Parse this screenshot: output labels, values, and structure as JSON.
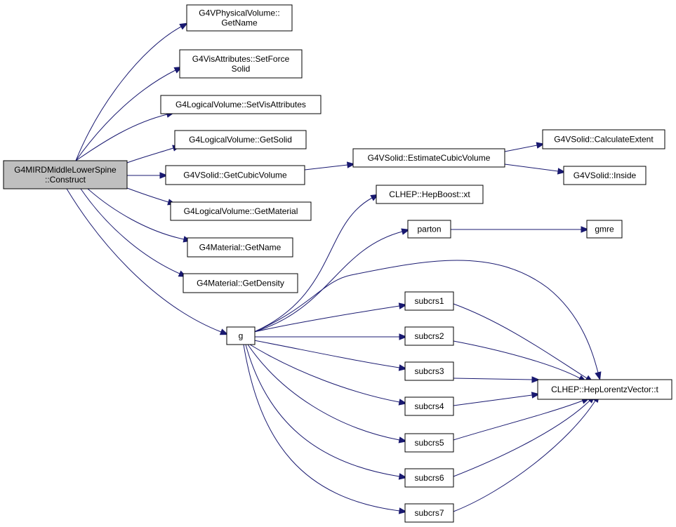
{
  "nodes": {
    "root": [
      "G4MIRDMiddleLowerSpine",
      "::Construct"
    ],
    "getname_pv": [
      "G4VPhysicalVolume::",
      "GetName"
    ],
    "setforcesolid": [
      "G4VisAttributes::SetForce",
      "Solid"
    ],
    "setvisattributes": [
      "G4LogicalVolume::SetVisAttributes"
    ],
    "getsolid": [
      "G4LogicalVolume::GetSolid"
    ],
    "getcubicvolume": [
      "G4VSolid::GetCubicVolume"
    ],
    "getmaterial": [
      "G4LogicalVolume::GetMaterial"
    ],
    "getname_mat": [
      "G4Material::GetName"
    ],
    "getdensity": [
      "G4Material::GetDensity"
    ],
    "g": [
      "g"
    ],
    "estimatecubicvolume": [
      "G4VSolid::EstimateCubicVolume"
    ],
    "calculateextent": [
      "G4VSolid::CalculateExtent"
    ],
    "inside": [
      "G4VSolid::Inside"
    ],
    "hepboost_xt": [
      "CLHEP::HepBoost::xt"
    ],
    "parton": [
      "parton"
    ],
    "gmre": [
      "gmre"
    ],
    "subcrs1": [
      "subcrs1"
    ],
    "subcrs2": [
      "subcrs2"
    ],
    "subcrs3": [
      "subcrs3"
    ],
    "subcrs4": [
      "subcrs4"
    ],
    "subcrs5": [
      "subcrs5"
    ],
    "subcrs6": [
      "subcrs6"
    ],
    "subcrs7": [
      "subcrs7"
    ],
    "heplorentz_t": [
      "CLHEP::HepLorentzVector::t"
    ]
  },
  "edges": [
    [
      "root",
      "getname_pv"
    ],
    [
      "root",
      "setforcesolid"
    ],
    [
      "root",
      "setvisattributes"
    ],
    [
      "root",
      "getsolid"
    ],
    [
      "root",
      "getcubicvolume"
    ],
    [
      "root",
      "getmaterial"
    ],
    [
      "root",
      "getname_mat"
    ],
    [
      "root",
      "getdensity"
    ],
    [
      "root",
      "g"
    ],
    [
      "getcubicvolume",
      "estimatecubicvolume"
    ],
    [
      "estimatecubicvolume",
      "calculateextent"
    ],
    [
      "estimatecubicvolume",
      "inside"
    ],
    [
      "g",
      "hepboost_xt"
    ],
    [
      "g",
      "parton"
    ],
    [
      "parton",
      "gmre"
    ],
    [
      "g",
      "heplorentz_t"
    ],
    [
      "g",
      "subcrs1"
    ],
    [
      "g",
      "subcrs2"
    ],
    [
      "g",
      "subcrs3"
    ],
    [
      "g",
      "subcrs4"
    ],
    [
      "g",
      "subcrs5"
    ],
    [
      "g",
      "subcrs6"
    ],
    [
      "g",
      "subcrs7"
    ],
    [
      "subcrs1",
      "heplorentz_t"
    ],
    [
      "subcrs2",
      "heplorentz_t"
    ],
    [
      "subcrs3",
      "heplorentz_t"
    ],
    [
      "subcrs4",
      "heplorentz_t"
    ],
    [
      "subcrs5",
      "heplorentz_t"
    ],
    [
      "subcrs6",
      "heplorentz_t"
    ],
    [
      "subcrs7",
      "heplorentz_t"
    ]
  ],
  "colors": {
    "edge": "#191970",
    "root_fill": "#bfbfbf",
    "node_fill": "#ffffff",
    "node_border": "#000000"
  }
}
